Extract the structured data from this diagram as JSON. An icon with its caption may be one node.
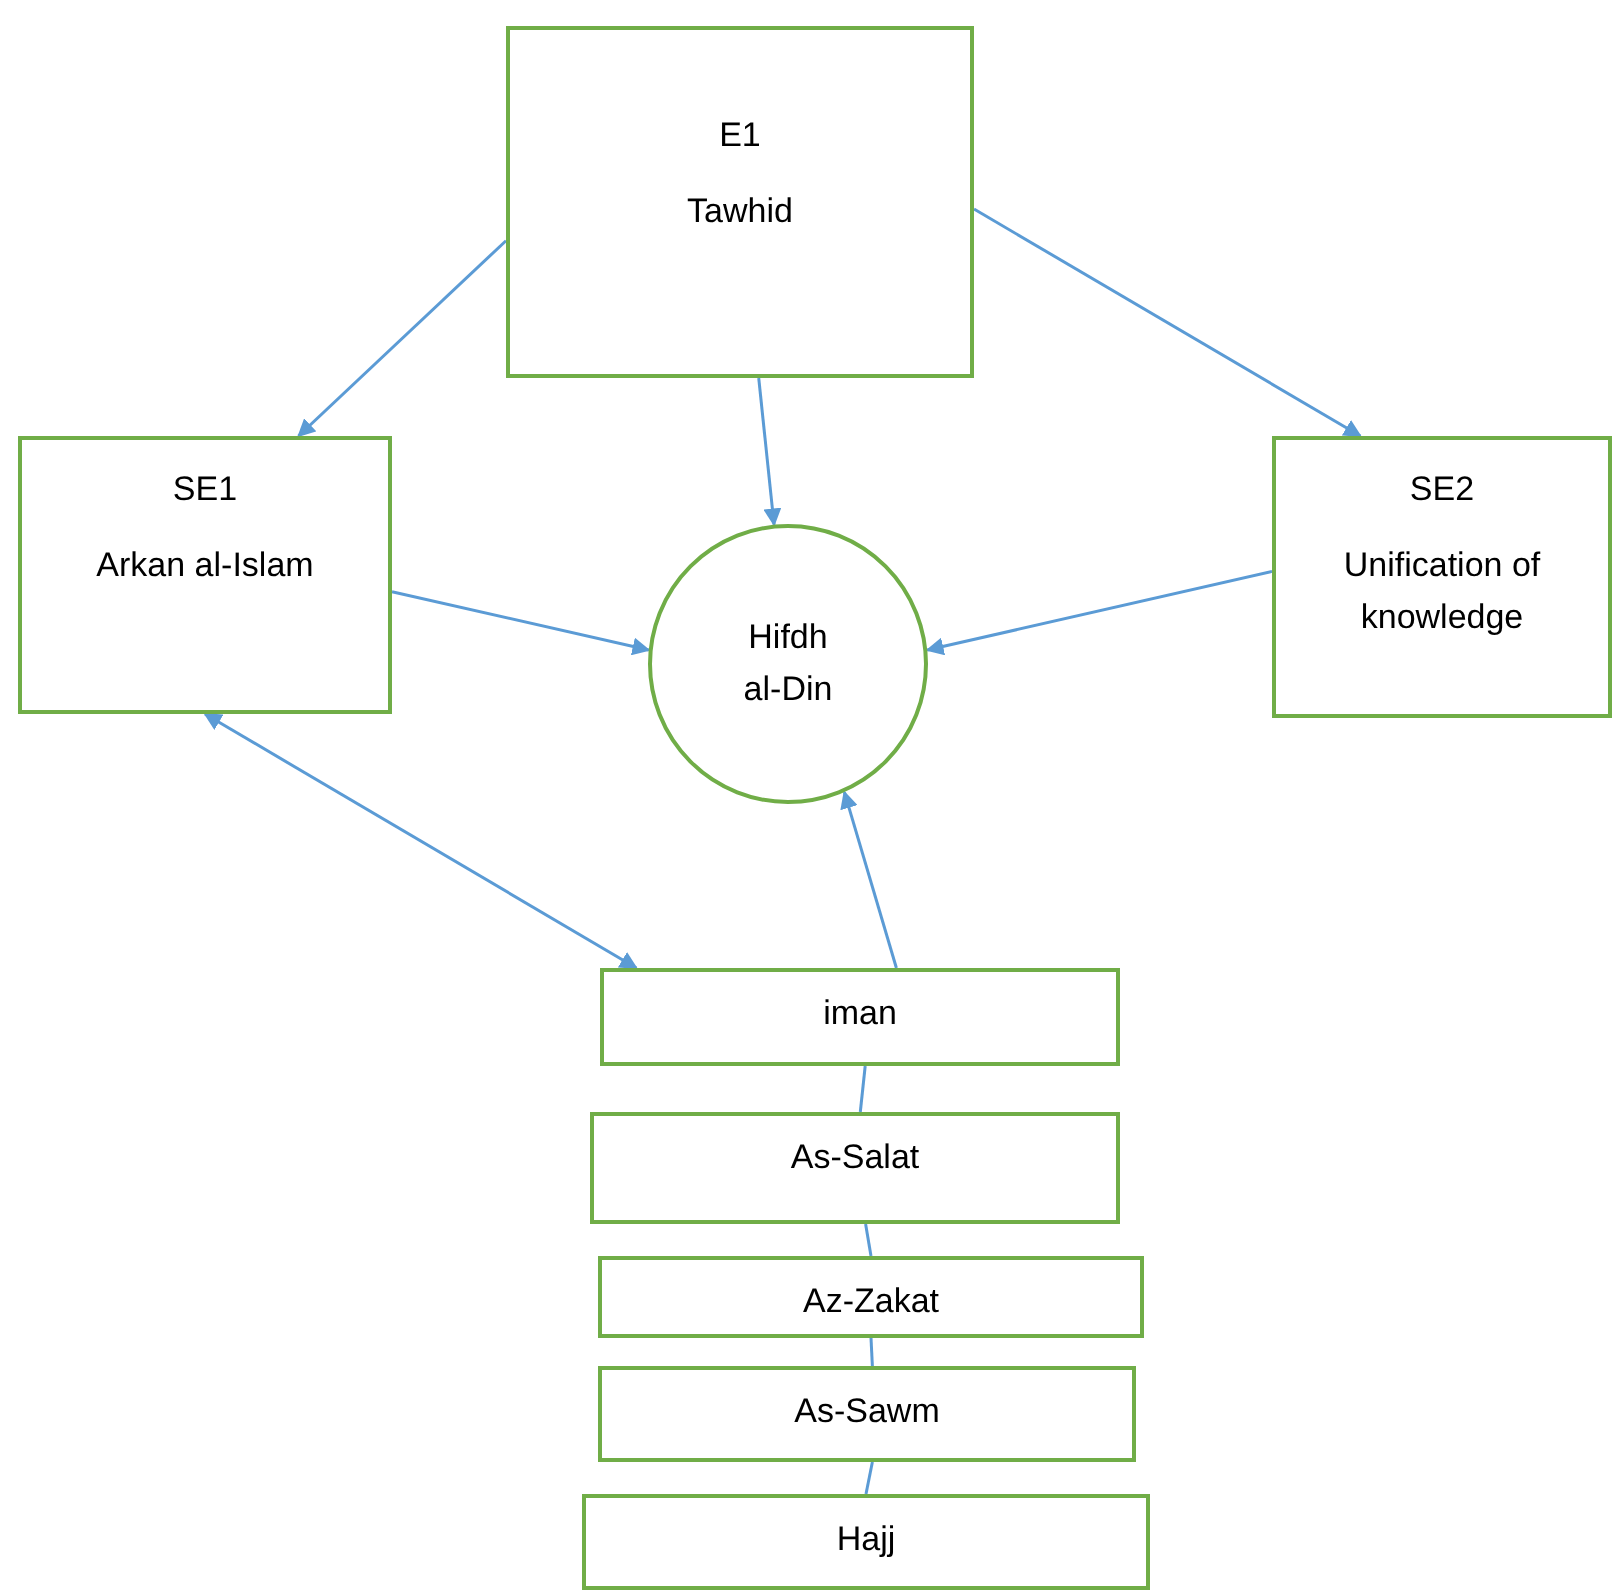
{
  "diagram": {
    "nodes": [
      {
        "text": [
          "E1",
          "Tawhid"
        ]
      },
      {
        "text": [
          "SE1",
          "Arkan al-Islam"
        ]
      },
      {
        "text": [
          "Hifdh al-Din"
        ]
      },
      {
        "text": [
          "SE2",
          "Unification of knowledge"
        ]
      },
      {
        "text": [
          "iman"
        ]
      },
      {
        "text": [
          "As-Salat"
        ]
      },
      {
        "text": [
          "Az-Zakat"
        ]
      },
      {
        "text": [
          "As-Sawm"
        ]
      },
      {
        "text": [
          "Hajj"
        ]
      }
    ],
    "edges": [
      {
        "from": 0,
        "to": 1,
        "arrow": "to"
      },
      {
        "from": 0,
        "to": 2,
        "arrow": "to"
      },
      {
        "from": 0,
        "to": 3,
        "arrow": "to"
      },
      {
        "from": 1,
        "to": 2,
        "arrow": "to"
      },
      {
        "from": 3,
        "to": 2,
        "arrow": "to"
      },
      {
        "from": 4,
        "to": 2,
        "arrow": "to"
      },
      {
        "from": 1,
        "to": 4,
        "arrow": "both"
      },
      {
        "from": 4,
        "to": 5,
        "arrow": "none"
      },
      {
        "from": 5,
        "to": 6,
        "arrow": "none"
      },
      {
        "from": 6,
        "to": 7,
        "arrow": "none"
      },
      {
        "from": 7,
        "to": 8,
        "arrow": "none"
      }
    ]
  }
}
